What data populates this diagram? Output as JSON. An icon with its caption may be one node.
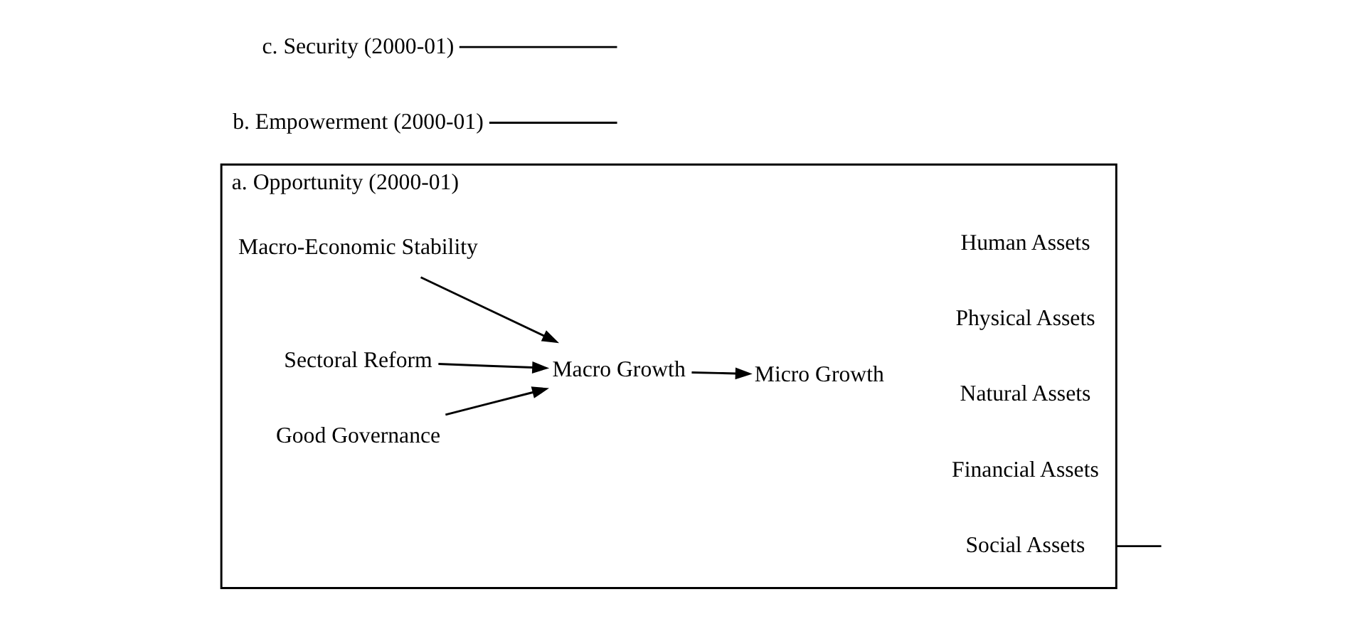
{
  "diagram": {
    "nodes": [
      {
        "text": [
          "a. Opportunity (2000-01)"
        ]
      },
      {
        "text": [
          "Macro-Economic Stability"
        ],
        "in": 0
      },
      {
        "text": [
          "Sectoral Reform"
        ],
        "in": 0
      },
      {
        "text": [
          "Good Governance"
        ],
        "in": 0
      },
      {
        "text": [
          "Macro Growth"
        ],
        "in": 0
      },
      {
        "text": [
          "Micro Growth"
        ],
        "in": 0
      },
      {
        "text": [
          "Human Assets"
        ],
        "in": 0
      },
      {
        "text": [
          "Physical Assets"
        ],
        "in": 0
      },
      {
        "text": [
          "Natural Assets"
        ],
        "in": 0
      },
      {
        "text": [
          "Financial Assets"
        ],
        "in": 0
      },
      {
        "text": [
          "Social Assets"
        ],
        "in": 0
      },
      {
        "text": [
          "b. Empowerment (2000-01)"
        ]
      },
      {
        "text": [
          "c. Security (2000-01)"
        ]
      }
    ],
    "edges": [
      {
        "from": 1,
        "to": 4,
        "arrow": "to"
      },
      {
        "from": 2,
        "to": 4,
        "arrow": "to"
      },
      {
        "from": 3,
        "to": 4,
        "arrow": "to"
      },
      {
        "from": 4,
        "to": 5,
        "arrow": "to"
      },
      {
        "from": 0,
        "to": null,
        "arrow": "none"
      },
      {
        "from": 11,
        "to": null,
        "arrow": "none"
      },
      {
        "from": 12,
        "to": null,
        "arrow": "none"
      }
    ]
  }
}
